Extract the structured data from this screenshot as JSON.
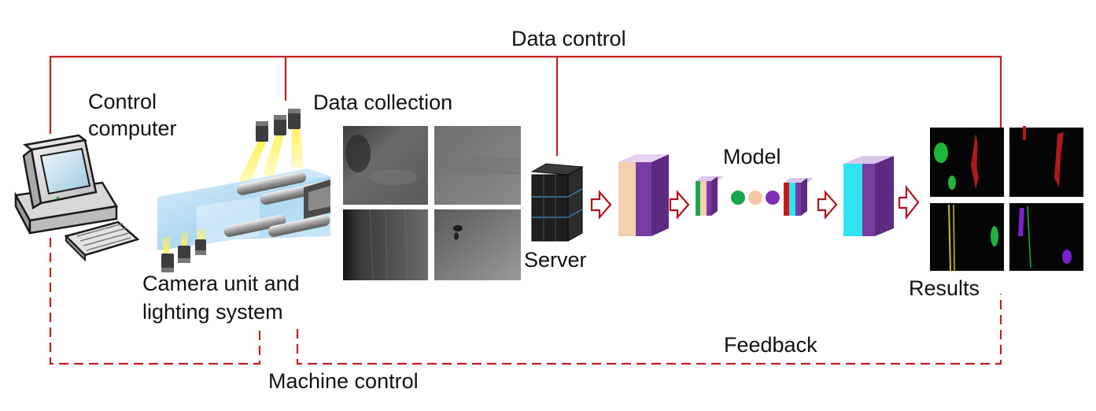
{
  "labels": {
    "data_control": "Data control",
    "control_computer": "Control\ncomputer",
    "data_collection": "Data collection",
    "model": "Model",
    "server": "Server",
    "camera_unit": "Camera unit and\nlighting system",
    "results": "Results",
    "feedback": "Feedback",
    "machine_control": "Machine control"
  },
  "colors": {
    "control_line": "#c21f1f",
    "arrow_outline": "#b5121b",
    "layer_peach": "#f5cfb0",
    "layer_purple": "#7a3aa3",
    "layer_cyan": "#2fe4f0",
    "layer_green": "#1aa64a",
    "layer_red": "#d01515",
    "node_peach": "#f2c8a6",
    "node_purple": "#7d2fb8",
    "light_beam": "#fff25a",
    "web_blue": "#a9d7f3",
    "result_red": "#b0191a",
    "result_green": "#1fb53c",
    "result_yellow": "#c8c41e",
    "result_purple": "#7a1fd1"
  }
}
